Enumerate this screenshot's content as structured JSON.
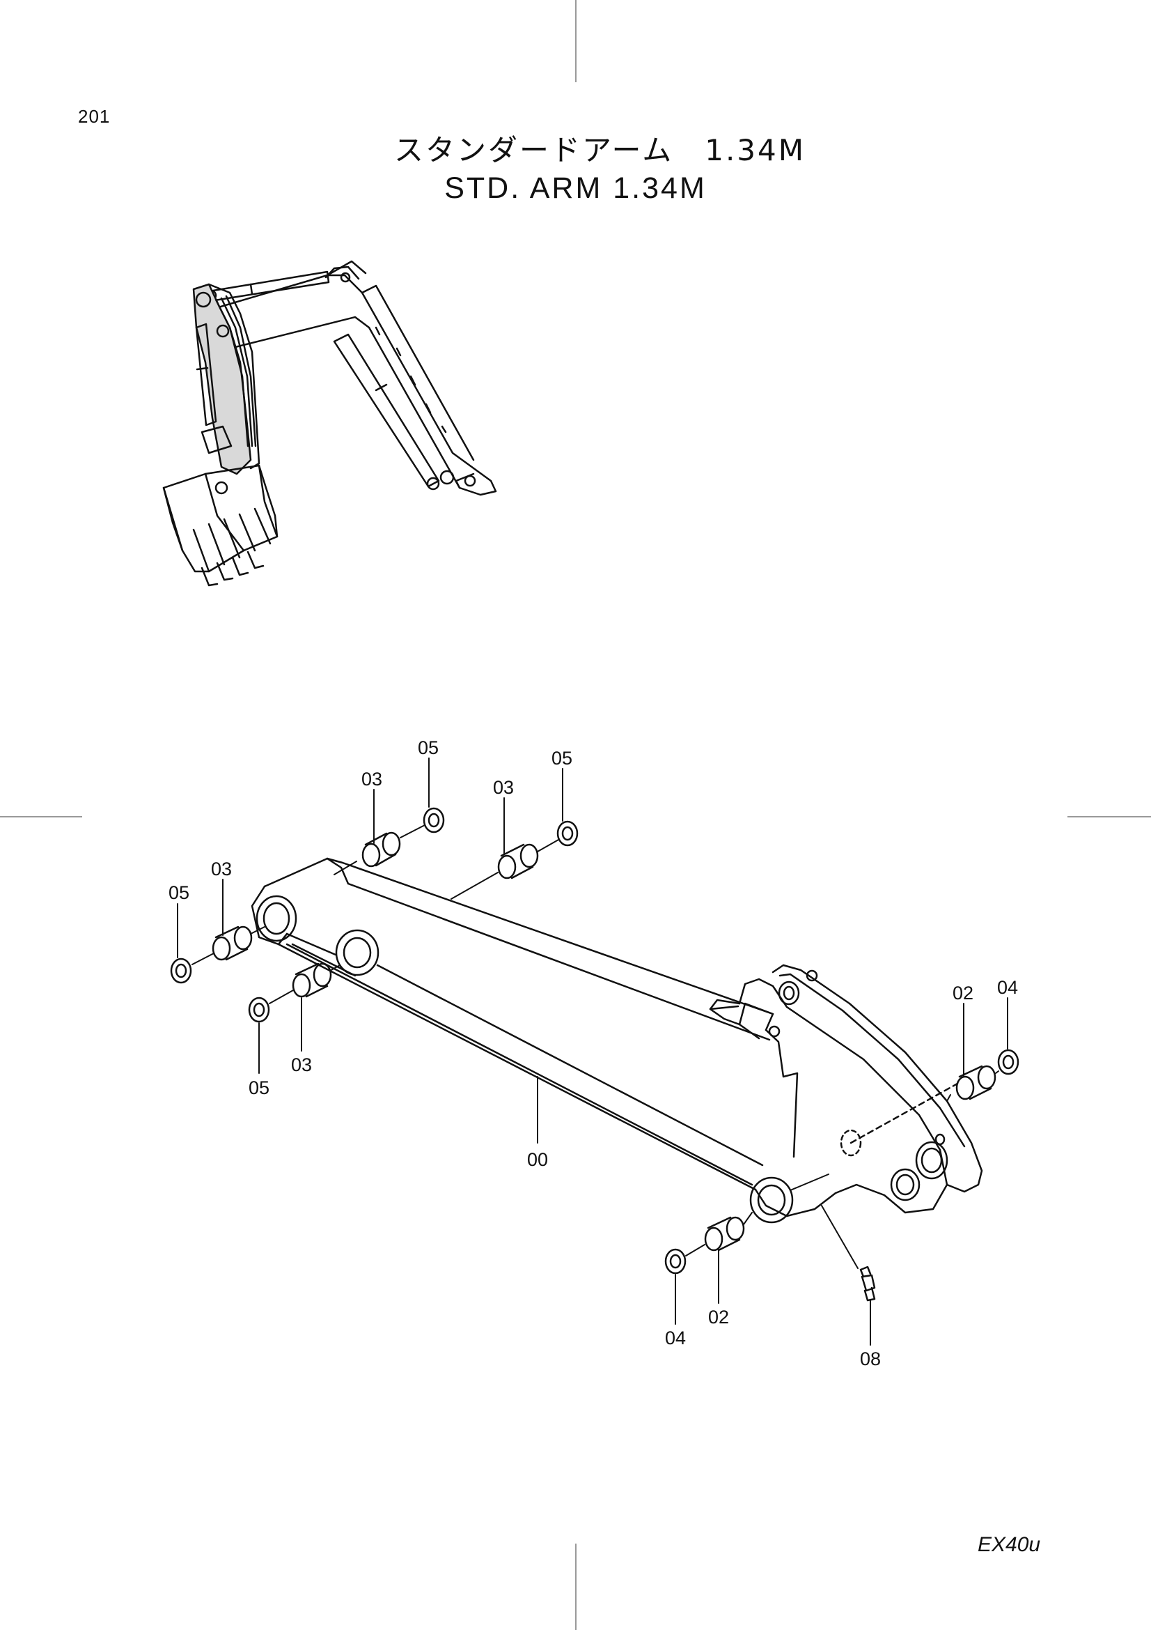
{
  "page": {
    "number": "201",
    "title_ja": "スタンダードアーム　1.34M",
    "title_en": "STD. ARM  1.34M",
    "model": "EX40u"
  },
  "colors": {
    "ink": "#111111",
    "crop_marks": "#9a9a9a",
    "background": "#ffffff"
  },
  "callouts": [
    {
      "id": "c-05-top",
      "label": "05"
    },
    {
      "id": "c-03-top",
      "label": "03"
    },
    {
      "id": "c-05-mid",
      "label": "05"
    },
    {
      "id": "c-03-mid",
      "label": "03"
    },
    {
      "id": "c-03-left",
      "label": "03"
    },
    {
      "id": "c-05-left",
      "label": "05"
    },
    {
      "id": "c-05-lower",
      "label": "05"
    },
    {
      "id": "c-03-lower",
      "label": "03"
    },
    {
      "id": "c-00",
      "label": "00"
    },
    {
      "id": "c-02-right",
      "label": "02"
    },
    {
      "id": "c-04-right",
      "label": "04"
    },
    {
      "id": "c-04-bottom",
      "label": "04"
    },
    {
      "id": "c-02-bottom",
      "label": "02"
    },
    {
      "id": "c-08",
      "label": "08"
    }
  ]
}
